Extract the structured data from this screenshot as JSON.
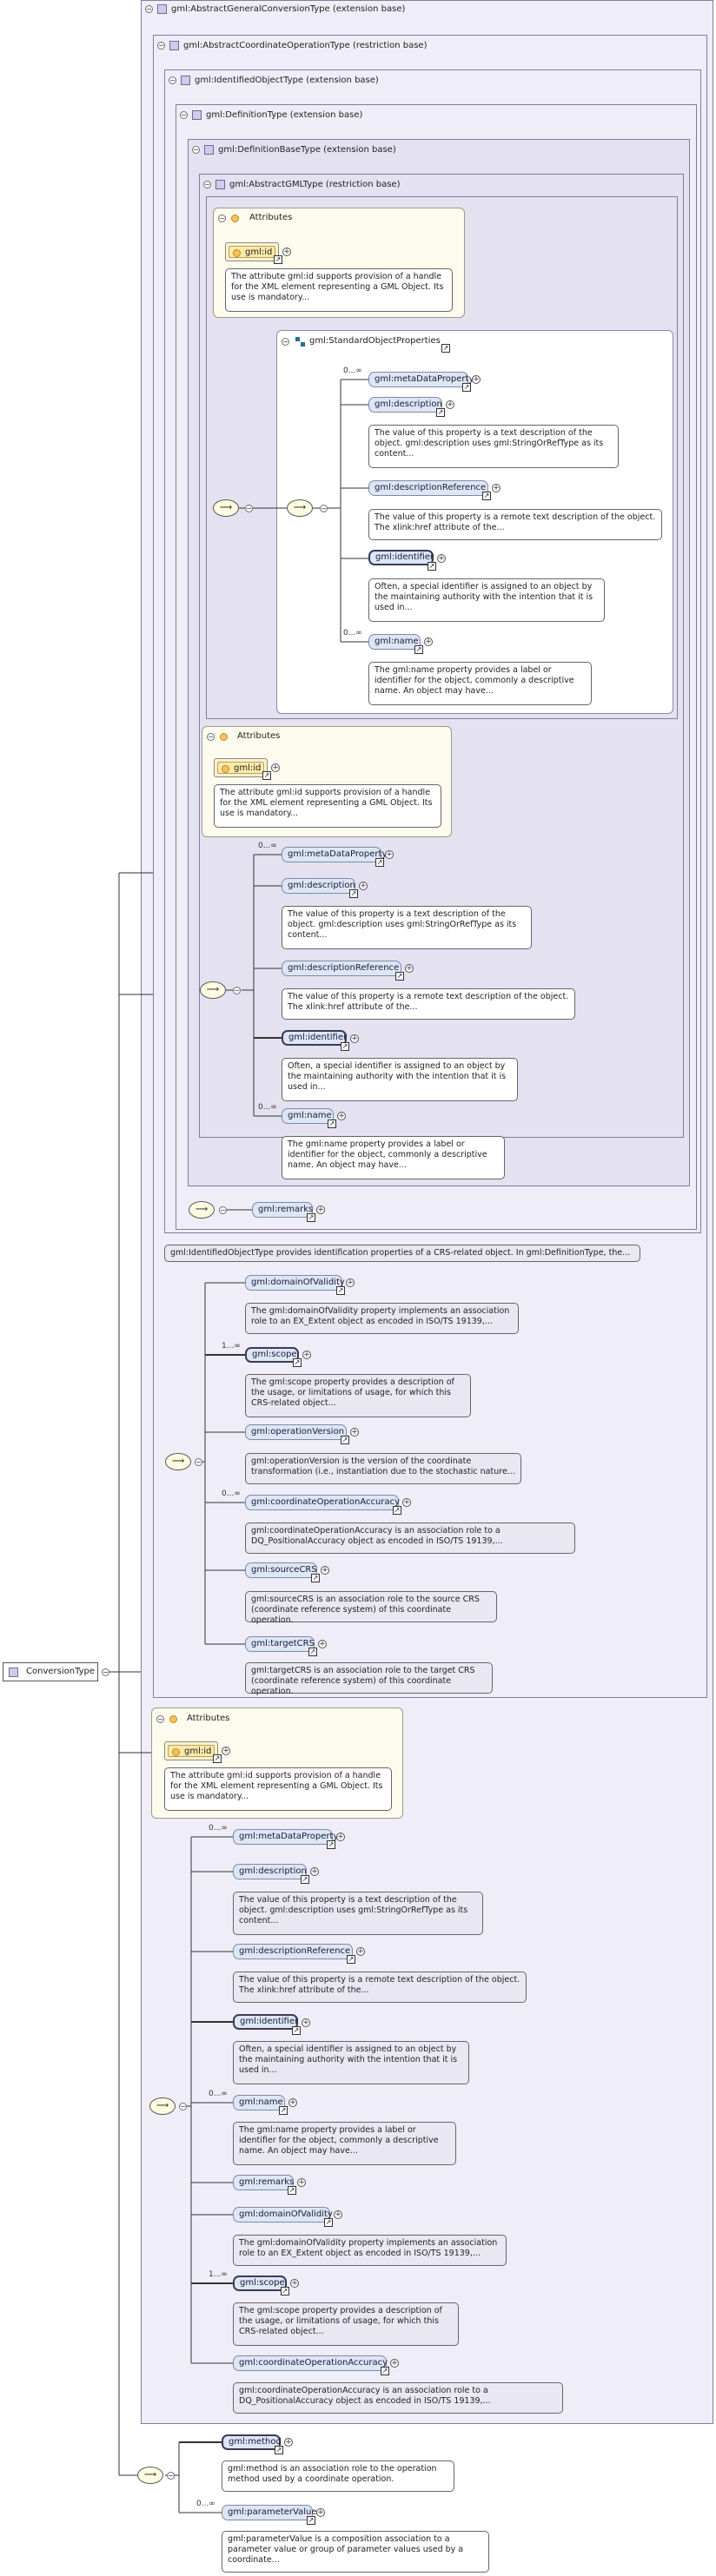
{
  "root": {
    "label": "ConversionType"
  },
  "types": {
    "t1": "gml:AbstractGeneralConversionType (extension base)",
    "t2": "gml:AbstractCoordinateOperationType (restriction base)",
    "t3": "gml:IdentifiedObjectType (extension base)",
    "t4": "gml:DefinitionType (extension base)",
    "t5": "gml:DefinitionBaseType (extension base)",
    "t6": "gml:AbstractGMLType (restriction base)"
  },
  "group_label": "gml:StandardObjectProperties",
  "attributes_label": "Attributes",
  "occurrence": {
    "many": "0...∞",
    "one_many": "1...∞",
    "zero_many": "0...∞"
  },
  "id_attr": {
    "name": "gml:id",
    "desc": "The attribute gml:id supports provision of a handle for the XML element representing a GML Object. Its use is mandatory..."
  },
  "elements": {
    "metaDataProperty": "gml:metaDataProperty",
    "description": "gml:description",
    "descriptionReference": "gml:descriptionReference",
    "identifier": "gml:identifier",
    "name": "gml:name",
    "remarks": "gml:remarks",
    "domainOfValidity": "gml:domainOfValidity",
    "scope": "gml:scope",
    "operationVersion": "gml:operationVersion",
    "coordinateOperationAccuracy": "gml:coordinateOperationAccuracy",
    "sourceCRS": "gml:sourceCRS",
    "targetCRS": "gml:targetCRS",
    "method": "gml:method",
    "parameterValue": "gml:parameterValue"
  },
  "descs": {
    "description": "The value of this property is a text description of the object. gml:description uses gml:StringOrRefType as its content...",
    "descriptionReference": "The value of this property is a remote text description of the object. The xlink:href attribute of the...",
    "identifier": "Often, a special identifier is assigned to an object by the maintaining authority with the intention that it is used in...",
    "name": "The gml:name property provides a label or identifier for the object, commonly a descriptive name. An object may have...",
    "identifiedObjectType": "gml:IdentifiedObjectType provides identification properties of a CRS-related object. In gml:DefinitionType, the...",
    "domainOfValidity": "The gml:domainOfValidity property implements an association role to an EX_Extent object as encoded in ISO/TS 19139,...",
    "scope": "The gml:scope property provides a description of the usage, or limitations of usage, for which this CRS-related object...",
    "operationVersion": "gml:operationVersion is the version of the coordinate transformation (i.e., instantiation due to the stochastic nature...",
    "coordinateOperationAccuracy": "gml:coordinateOperationAccuracy is an association role to a DQ_PositionalAccuracy object as encoded in ISO/TS 19139,...",
    "sourceCRS": "gml:sourceCRS is an association role to the source CRS (coordinate reference system) of this coordinate operation.",
    "targetCRS": "gml:targetCRS is an association role to the target CRS (coordinate reference system) of this coordinate operation.",
    "method": "gml:method is an association role to the operation method used by a coordinate operation.",
    "parameterValue": "gml:parameterValue is a composition association to a parameter value or group of parameter values used by a coordinate..."
  }
}
